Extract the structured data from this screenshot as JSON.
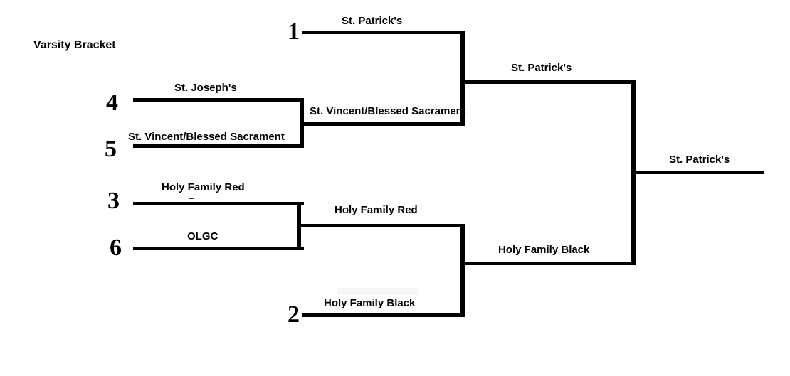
{
  "title": "Varsity Bracket",
  "colors": {
    "line": "#000000",
    "text": "#000000",
    "background": "#ffffff"
  },
  "slots": {
    "seed1": {
      "num": "1",
      "team": "St. Patrick's"
    },
    "seed4": {
      "num": "4",
      "team": "St. Joseph's"
    },
    "seed5": {
      "num": "5",
      "team": "St. Vincent/Blessed Sacrament"
    },
    "seed3": {
      "num": "3",
      "team": "Holy Family Red"
    },
    "seed6": {
      "num": "6",
      "team": "OLGC"
    },
    "seed2": {
      "num": "2",
      "team": "Holy Family Black"
    }
  },
  "winners": {
    "qf_top": "St. Vincent/Blessed Sacrament",
    "qf_bottom": "Holy Family Red",
    "sf_top": "St. Patrick's",
    "sf_bottom": "Holy Family Black",
    "champion": "St. Patrick's"
  }
}
